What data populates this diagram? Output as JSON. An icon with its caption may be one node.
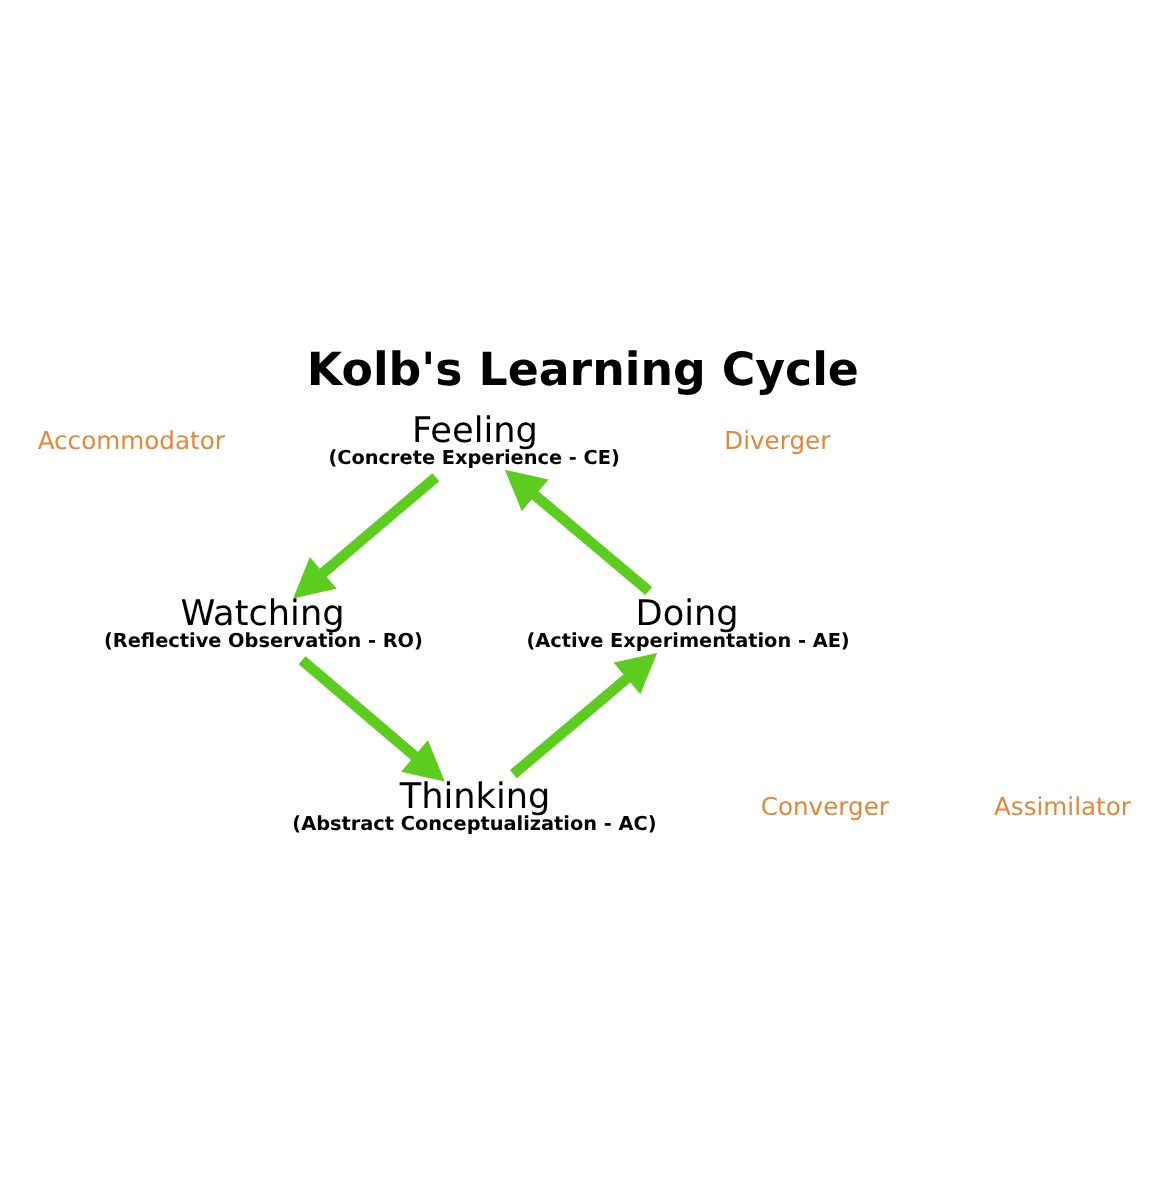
{
  "diagram": {
    "title": "Kolb's Learning Cycle",
    "nodes": [
      {
        "text": [
          "Feeling",
          "(Concrete Experience - CE)"
        ]
      },
      {
        "text": [
          "Watching",
          "(Reflective Observation - RO)"
        ]
      },
      {
        "text": [
          "Thinking",
          "(Abstract Conceptualization - AC)"
        ]
      },
      {
        "text": [
          "Doing",
          "(Active Experimentation - AE)"
        ]
      }
    ],
    "edges": [
      {
        "from": 0,
        "to": 1,
        "arrow": "to"
      },
      {
        "from": 1,
        "to": 2,
        "arrow": "to"
      },
      {
        "from": 2,
        "to": 3,
        "arrow": "to"
      },
      {
        "from": 3,
        "to": 0,
        "arrow": "to"
      }
    ],
    "labels": [
      "Accommodator",
      "Diverger",
      "Converger",
      "Assimilator"
    ]
  }
}
